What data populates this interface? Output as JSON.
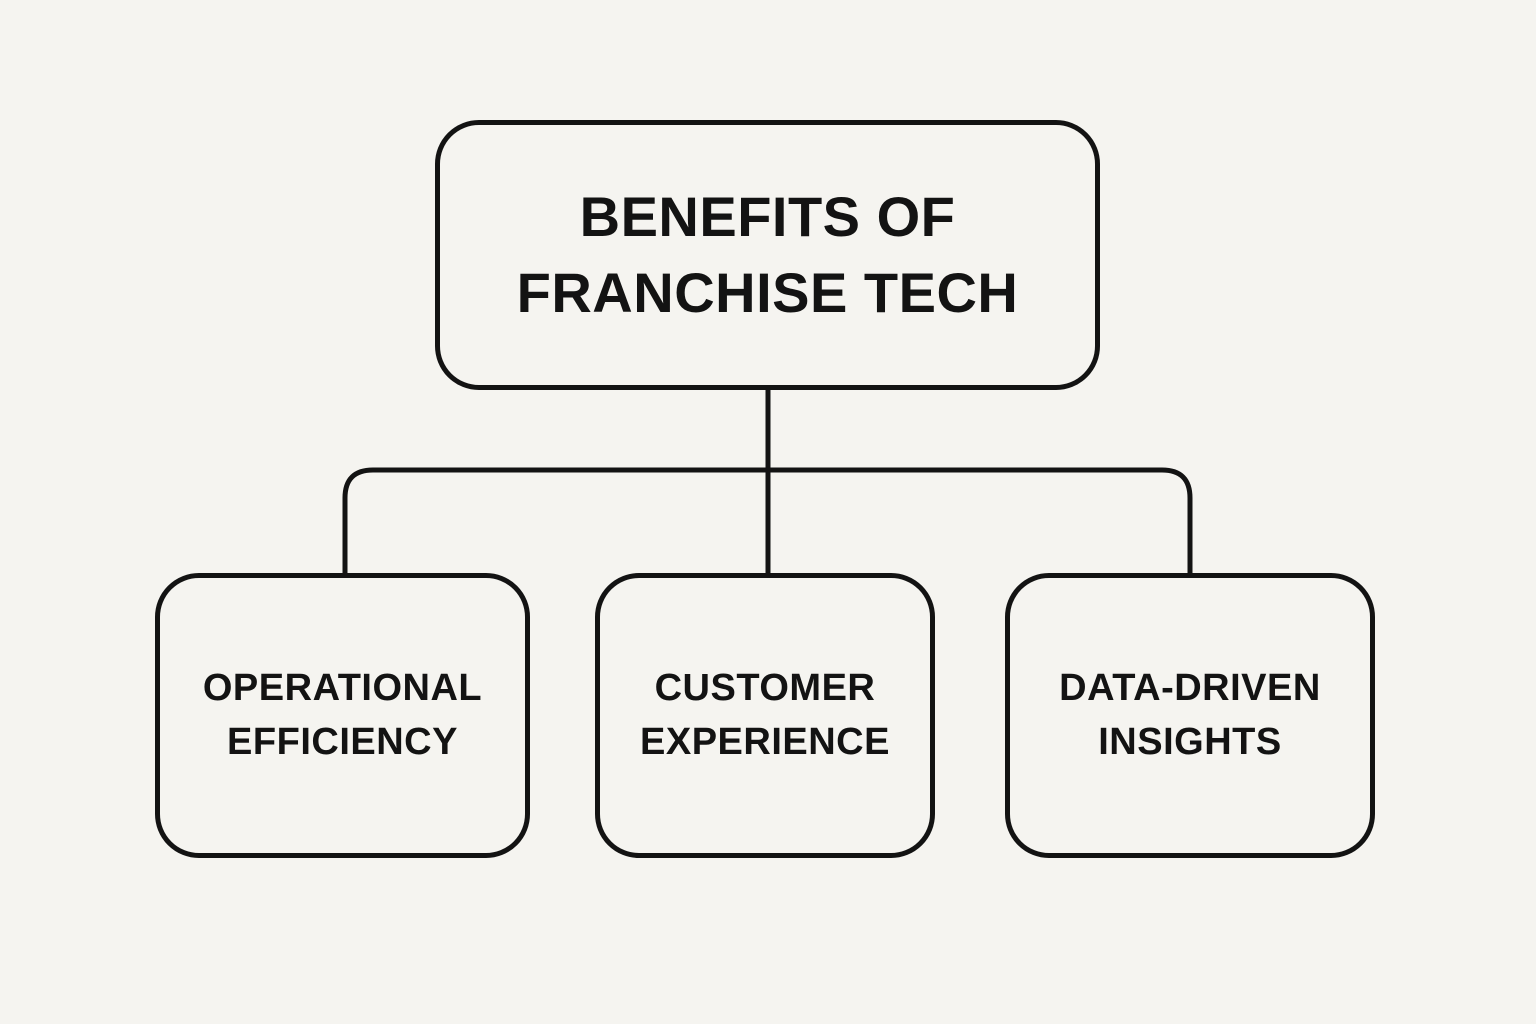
{
  "colors": {
    "background": "#f5f4f0",
    "stroke": "#131313",
    "text": "#131313"
  },
  "diagram": {
    "type": "flowchart",
    "root": {
      "id": "benefits-of-franchise-tech",
      "label": "BENEFITS OF\nFRANCHISE TECH"
    },
    "children": [
      {
        "id": "operational-efficiency",
        "label": "OPERATIONAL\nEFFICIENCY"
      },
      {
        "id": "customer-experience",
        "label": "CUSTOMER\nEXPERIENCE"
      },
      {
        "id": "data-driven-insights",
        "label": "DATA-DRIVEN\nINSIGHTS"
      }
    ]
  }
}
